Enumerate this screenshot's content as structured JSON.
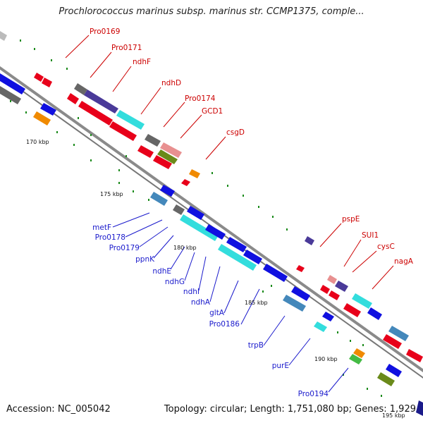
{
  "title": "Prochlorococcus marinus subsp. marinus str. CCMP1375, comple...",
  "footer": {
    "accession": "Accession: NC_005042",
    "topology": "Topology: circular; Length: 1,751,080 bp; Genes: 1,929"
  },
  "scale_labels": [
    "170 kbp",
    "175 kbp",
    "180 kbp",
    "185 kbp",
    "190 kbp",
    "195 kbp"
  ],
  "gene_labels_top": [
    "Pro0169",
    "Pro0171",
    "ndhF",
    "ndhD",
    "Pro0174",
    "GCD1",
    "csgD",
    "pspE",
    "SUI1",
    "cysC",
    "nagA"
  ],
  "gene_labels_bottom": [
    "metF",
    "Pro0178",
    "Pro0179",
    "ppnK",
    "ndhE",
    "ndhG",
    "ndhI",
    "ndhA",
    "gltA",
    "Pro0186",
    "trpB",
    "purE",
    "Pro0194"
  ],
  "colors": {
    "backbone": "#8a8a8a",
    "forward_gene": "#e8001a",
    "reverse_gene": "#1010e0",
    "rna_gene": "#33dddd",
    "other_gene": "#666666",
    "tick": "#1a8a1a",
    "label_top": "#cc0000",
    "label_bottom": "#1a1acc"
  }
}
